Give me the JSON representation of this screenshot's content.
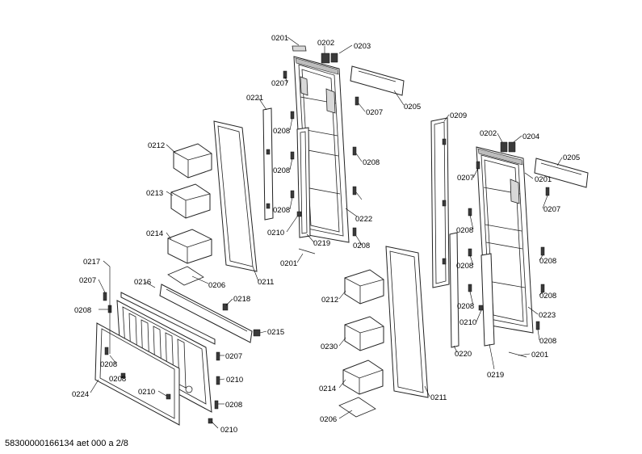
{
  "footer": {
    "code": "58300000166134 aet 000 a 2/8"
  },
  "labels": [
    "0201",
    "0202",
    "0203",
    "0207",
    "0205",
    "0221",
    "0207",
    "0208",
    "0212",
    "0208",
    "0208",
    "0213",
    "0208",
    "0222",
    "0210",
    "0214",
    "0219",
    "0208",
    "0201",
    "0206",
    "0211",
    "0209",
    "0202",
    "0204",
    "0205",
    "0207",
    "0201",
    "0207",
    "0208",
    "0208",
    "0208",
    "0208",
    "0208",
    "0223",
    "0208",
    "0210",
    "0220",
    "0201",
    "0219",
    "0212",
    "0230",
    "0214",
    "0211",
    "0206",
    "0217",
    "0207",
    "0216",
    "0208",
    "0218",
    "0215",
    "0207",
    "0208",
    "0210",
    "0208",
    "0224",
    "0210",
    "0208",
    "0210"
  ]
}
